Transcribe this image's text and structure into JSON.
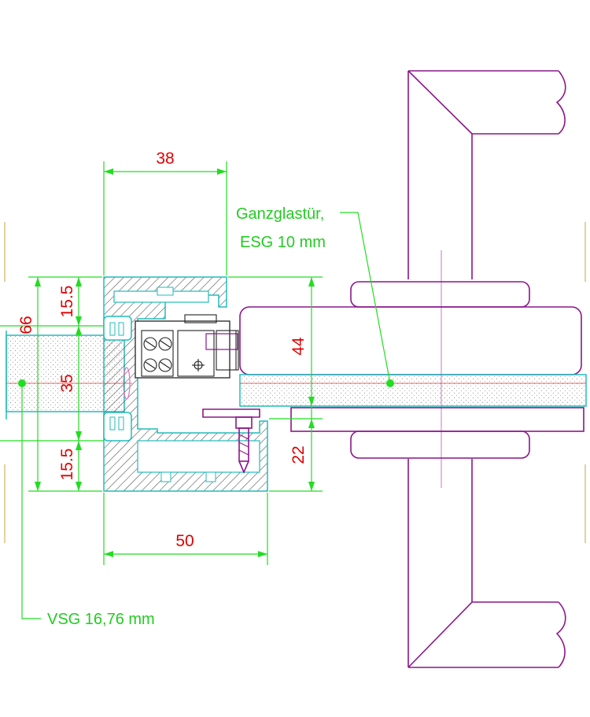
{
  "dimensions": {
    "d38": "38",
    "d50": "50",
    "d66": "66",
    "d35": "35",
    "d15a": "15.5",
    "d15b": "15.5",
    "d44": "44",
    "d22": "22"
  },
  "labels": {
    "door_line1": "Ganzglastür,",
    "door_line2": "ESG 10 mm",
    "vsg": "VSG 16,76 mm"
  },
  "colors": {
    "dimension_text": "#e00000",
    "dimension_lines": "#22dd22",
    "profile": "#22bbbb",
    "fitting": "#8a168a"
  }
}
